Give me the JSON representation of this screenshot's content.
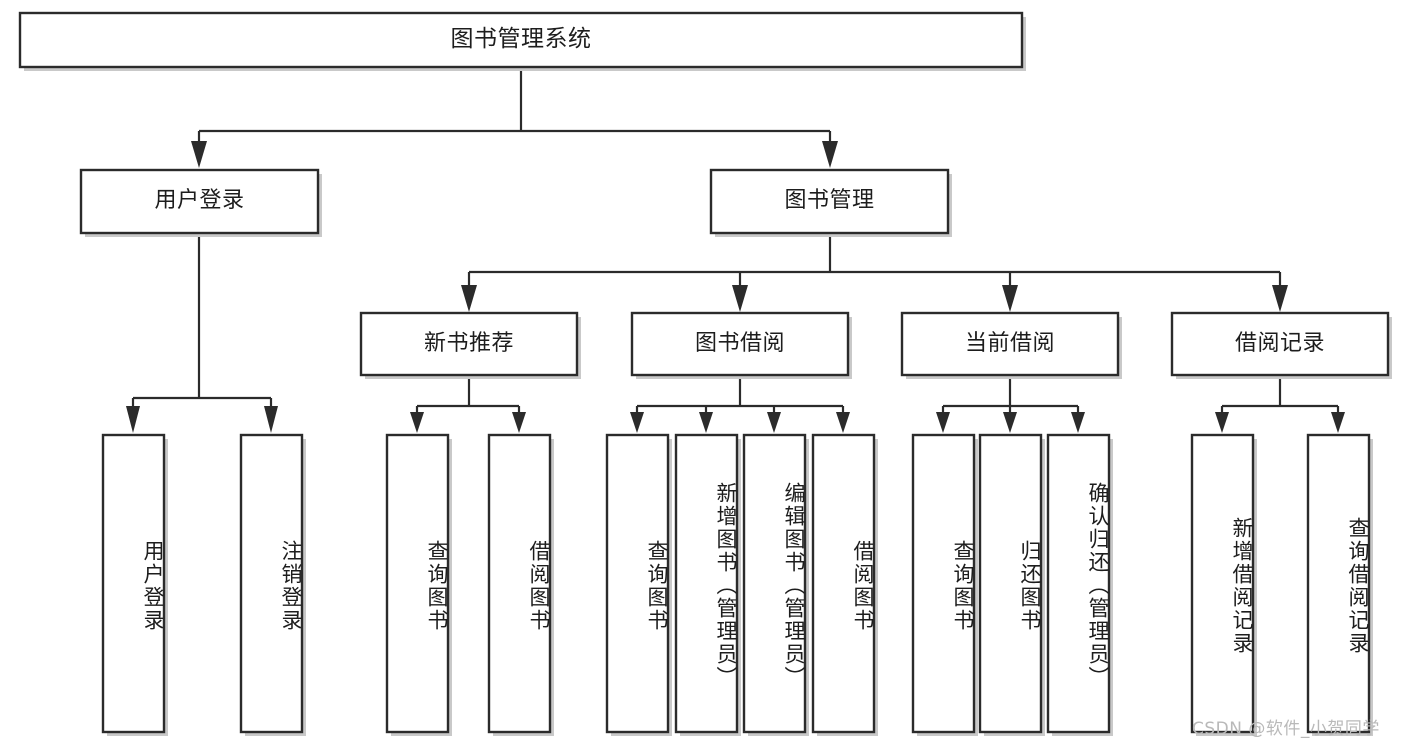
{
  "diagram": {
    "type": "tree-hierarchy",
    "title": "图书管理系统",
    "watermark": "CSDN @软件_小贺同学",
    "colors": {
      "box_stroke": "#2b2b2b",
      "box_fill": "#ffffff",
      "connector": "#2b2b2b",
      "text": "#1d1d1d",
      "background": "#ffffff",
      "watermark": "#b9b9b9"
    },
    "nodes": {
      "root": {
        "label": "图书管理系统"
      },
      "level2": [
        {
          "id": "user-login",
          "label": "用户登录"
        },
        {
          "id": "book-manage",
          "label": "图书管理"
        }
      ],
      "level3": [
        {
          "id": "new-book-recommend",
          "label": "新书推荐"
        },
        {
          "id": "book-borrow",
          "label": "图书借阅"
        },
        {
          "id": "current-borrow",
          "label": "当前借阅"
        },
        {
          "id": "borrow-record",
          "label": "借阅记录"
        }
      ],
      "leaves": {
        "user-login": [
          {
            "id": "leaf-user-login",
            "label": "用户登录"
          },
          {
            "id": "leaf-logout-login",
            "label": "注销登录"
          }
        ],
        "new-book-recommend": [
          {
            "id": "leaf-query-book-1",
            "label": "查询图书"
          },
          {
            "id": "leaf-borrow-book-1",
            "label": "借阅图书"
          }
        ],
        "book-borrow": [
          {
            "id": "leaf-query-book-2",
            "label": "查询图书"
          },
          {
            "id": "leaf-add-book",
            "label": "新增图书（管理员）"
          },
          {
            "id": "leaf-edit-book",
            "label": "编辑图书（管理员）"
          },
          {
            "id": "leaf-borrow-book-2",
            "label": "借阅图书"
          }
        ],
        "current-borrow": [
          {
            "id": "leaf-query-book-3",
            "label": "查询图书"
          },
          {
            "id": "leaf-return-book",
            "label": "归还图书"
          },
          {
            "id": "leaf-confirm-return",
            "label": "确认归还（管理员）"
          }
        ],
        "borrow-record": [
          {
            "id": "leaf-add-record",
            "label": "新增借阅记录"
          },
          {
            "id": "leaf-query-record",
            "label": "查询借阅记录"
          }
        ]
      }
    }
  }
}
